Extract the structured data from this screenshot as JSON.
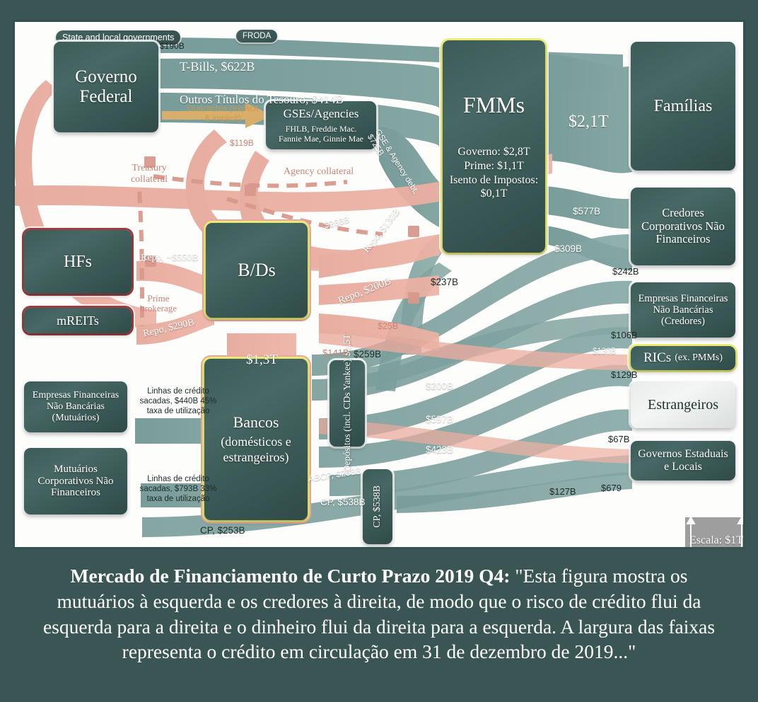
{
  "colors": {
    "frame": "#3a5654",
    "panel": "#fdfdfb",
    "node": "#3d5c59",
    "teal_flow": "#6d9491",
    "pink_flow": "#e8a99c",
    "highlight_yellow": "#eeee77",
    "highlight_red": "#9e3f43",
    "scale_box": "#9e9e9e"
  },
  "nodes": {
    "governo_federal": "Governo Federal",
    "state_local_tag": "State and local governments",
    "fed_pill": "FRODA",
    "gses": {
      "title": "GSEs/Agencies",
      "line2": "FHLB, Freddie Mac.",
      "line3": "Fannie Mae, Ginnie Mae"
    },
    "hfs": "HFs",
    "mreits": "mREITs",
    "bds": "B/Ds",
    "empresas_mutuarios": "Empresas Financeiras Não Bancárias (Mutuários)",
    "mutuarios_corp": "Mutuários Corporativos Não Financeiros",
    "bancos": {
      "title": "Bancos",
      "sub": "(domésticos e estrangeiros)"
    },
    "depositos": "Depósitos (incl. CDs Yankee) $1,5T",
    "cp_node": "CP, $538B",
    "fmms": {
      "title": "FMMs",
      "l1": "Governo: $2,8T",
      "l2": "Prime: $1,1T",
      "l3": "Isento de Impostos:",
      "l4": "$0,1T"
    },
    "familias": "Famílias",
    "credores_corp": "Credores Corporativos Não Financeiros",
    "empresas_credores": "Empresas Financeiras Não Bancárias (Credores)",
    "rics": {
      "title": "RICs",
      "sub": "(ex. PMMs)"
    },
    "estrangeiros": "Estrangeiros",
    "governos_estaduais": "Governos Estaduais e Locais"
  },
  "flow_labels": {
    "f190b": "$190B",
    "tbills": "T-Bills, $622B",
    "outros_titulos": "Outros Títulos do Tesouro, $414B",
    "guarantee": "Guarantee (explicit & implicit)",
    "treasury_collateral": "Treasury collateral",
    "agency_collateral": "Agency collateral",
    "f119b": "$119B",
    "gse_agency_debt": "GSE & Agency debt, $725B",
    "repo_550b": "Repo, ~$550B",
    "prime_brokerage": "Prime brokerage",
    "repo_290b": "Repo, $290B",
    "f266b": "$266B",
    "repo_130b": "Repo, $130B",
    "repo_200b": "Repo, $200B",
    "f25b": "$25B",
    "f141b": "$141B",
    "f13t": "$1,3T",
    "linhas_credito_nb": "Linhas de crédito sacadas, $440B 45% taxa de utilização",
    "linhas_credito_corp": "Linhas de crédito sacadas, $793B 33% taxa de utilização",
    "cp_253b": "CP, $253B",
    "abcp_258b": "ABCP, $258B",
    "cp_538b": "CP, $538B",
    "f259b": "$259B",
    "f237b": "$237B",
    "f21t": "$2,1T",
    "f577b": "$577B",
    "f309b": "$309B",
    "f242b": "$242B",
    "f106b": "$106B",
    "f130b": "$130B",
    "f129b": "$129B",
    "f200b_r": "$200B",
    "f597b": "$597B",
    "f423b": "$423B",
    "f67b": "$67B",
    "f127b": "$127B",
    "f679": "$679",
    "escala": "Escala: $1T"
  },
  "caption": {
    "title": "Mercado de Financiamento de Curto Prazo 2019 Q4:",
    "body": "\"Esta figura mostra os mutuários à esquerda e os credores à direita, de modo que o risco de crédito flui da esquerda para a direita e o dinheiro flui da direita para a esquerda. A largura das faixas representa o crédito em circulação em 31 de dezembro de 2019...\""
  }
}
